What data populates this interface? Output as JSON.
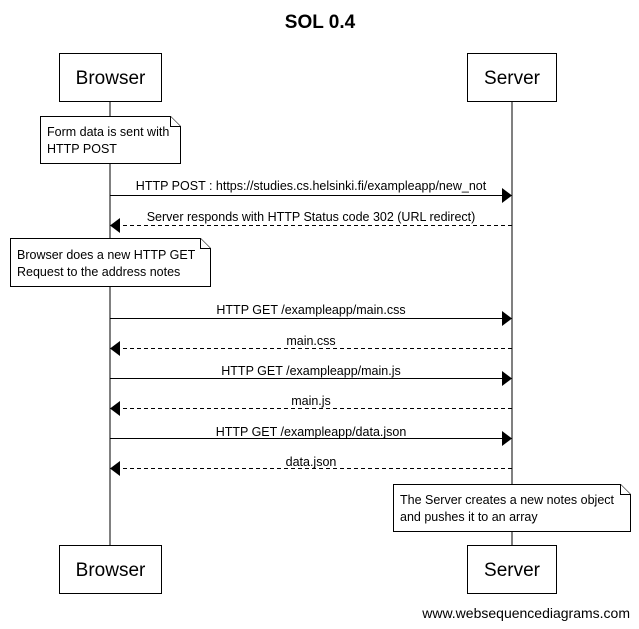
{
  "title": "SOL 0.4",
  "participants": [
    {
      "id": "browser",
      "label": "Browser"
    },
    {
      "id": "server",
      "label": "Server"
    }
  ],
  "events": [
    {
      "kind": "note",
      "over": "browser",
      "lines": [
        "Form data is sent with",
        "HTTP POST"
      ]
    },
    {
      "kind": "message",
      "from": "browser",
      "to": "server",
      "style": "solid",
      "label": "HTTP POST : https://studies.cs.helsinki.fi/exampleapp/new_not"
    },
    {
      "kind": "message",
      "from": "server",
      "to": "browser",
      "style": "dashed",
      "label": "Server responds with HTTP Status code 302 (URL redirect)"
    },
    {
      "kind": "note",
      "over": "browser",
      "lines": [
        "Browser does a new HTTP GET",
        "Request to the address notes"
      ]
    },
    {
      "kind": "message",
      "from": "browser",
      "to": "server",
      "style": "solid",
      "label": "HTTP GET /exampleapp/main.css"
    },
    {
      "kind": "message",
      "from": "server",
      "to": "browser",
      "style": "dashed",
      "label": "main.css"
    },
    {
      "kind": "message",
      "from": "browser",
      "to": "server",
      "style": "solid",
      "label": "HTTP GET /exampleapp/main.js"
    },
    {
      "kind": "message",
      "from": "server",
      "to": "browser",
      "style": "dashed",
      "label": "main.js"
    },
    {
      "kind": "message",
      "from": "browser",
      "to": "server",
      "style": "solid",
      "label": "HTTP GET /exampleapp/data.json"
    },
    {
      "kind": "message",
      "from": "server",
      "to": "browser",
      "style": "dashed",
      "label": "data.json"
    },
    {
      "kind": "note",
      "over": "server",
      "lines": [
        "The Server creates a new notes object",
        "and pushes it to an array"
      ]
    }
  ],
  "watermark": "www.websequencediagrams.com"
}
